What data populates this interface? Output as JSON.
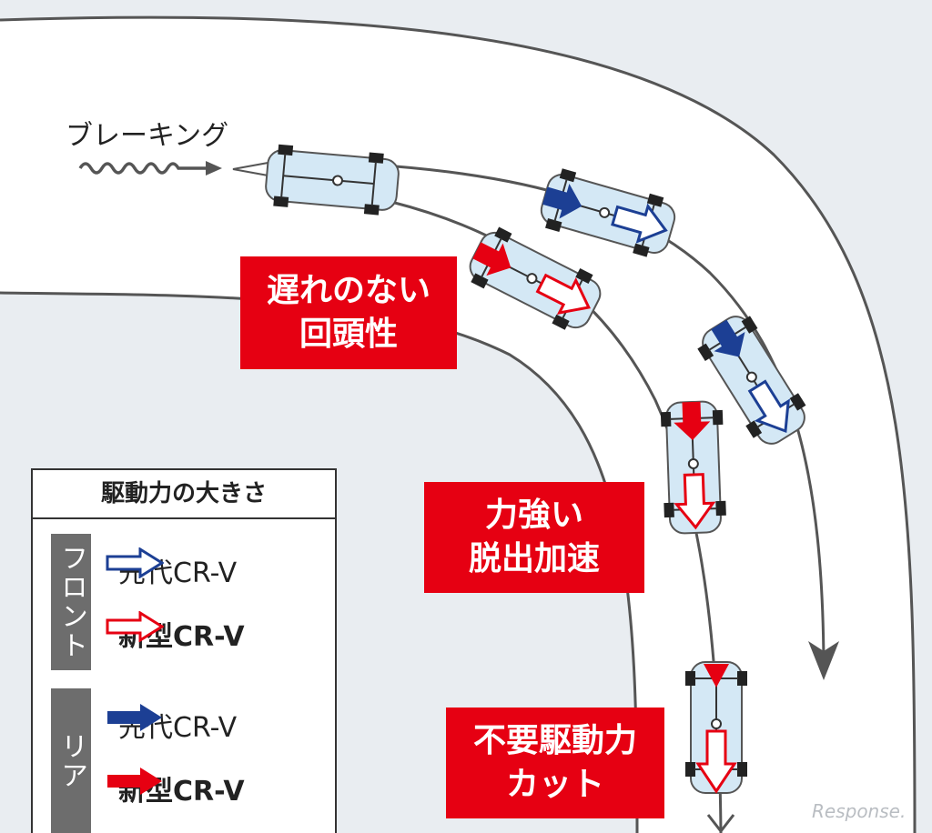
{
  "braking_label": "ブレーキング",
  "callouts": [
    {
      "line1": "遅れのない",
      "line2": "回頭性"
    },
    {
      "line1": "力強い",
      "line2": "脱出加速"
    },
    {
      "line1": "不要駆動力",
      "line2": "カット"
    }
  ],
  "legend": {
    "title": "駆動力の大きさ",
    "front_label": "フロント",
    "rear_label": "リア",
    "prev_label": "先代CR-V",
    "new_label": "新型CR-V"
  },
  "watermark": "Response.",
  "colors": {
    "prev_blue": "#1c3f94",
    "new_red": "#e60012",
    "callout_bg": "#e60012",
    "road": "#ffffff",
    "ground": "#e9edf1",
    "car_body": "#d4e8f5",
    "tab_gray": "#6d6d6d"
  }
}
